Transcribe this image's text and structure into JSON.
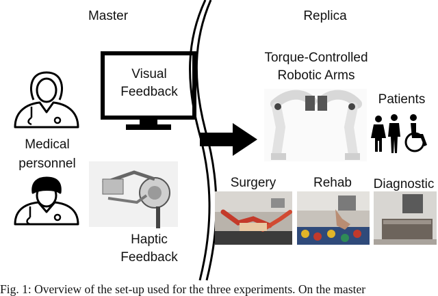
{
  "figure": {
    "master_label": "Master",
    "replica_label": "Replica",
    "visual_feedback": [
      "Visual",
      "Feedback"
    ],
    "medical_personnel": [
      "Medical",
      "personnel"
    ],
    "haptic_feedback": [
      "Haptic",
      "Feedback"
    ],
    "robotic_arms": [
      "Torque-Controlled",
      "Robotic Arms"
    ],
    "patients_label": "Patients",
    "applications": [
      {
        "label": "Surgery"
      },
      {
        "label": "Rehab"
      },
      {
        "label": "Diagnostic"
      }
    ],
    "icons": {
      "doctor_female": "female-doctor-icon",
      "doctor_male": "male-doctor-icon",
      "monitor": "monitor-icon",
      "arrow": "right-arrow-icon",
      "patients": "patients-icon",
      "haptic": "haptic-device-icon",
      "arms": "robotic-arms-icon"
    }
  },
  "caption": "Fig. 1: Overview of the set-up used for the three experiments. On the master"
}
